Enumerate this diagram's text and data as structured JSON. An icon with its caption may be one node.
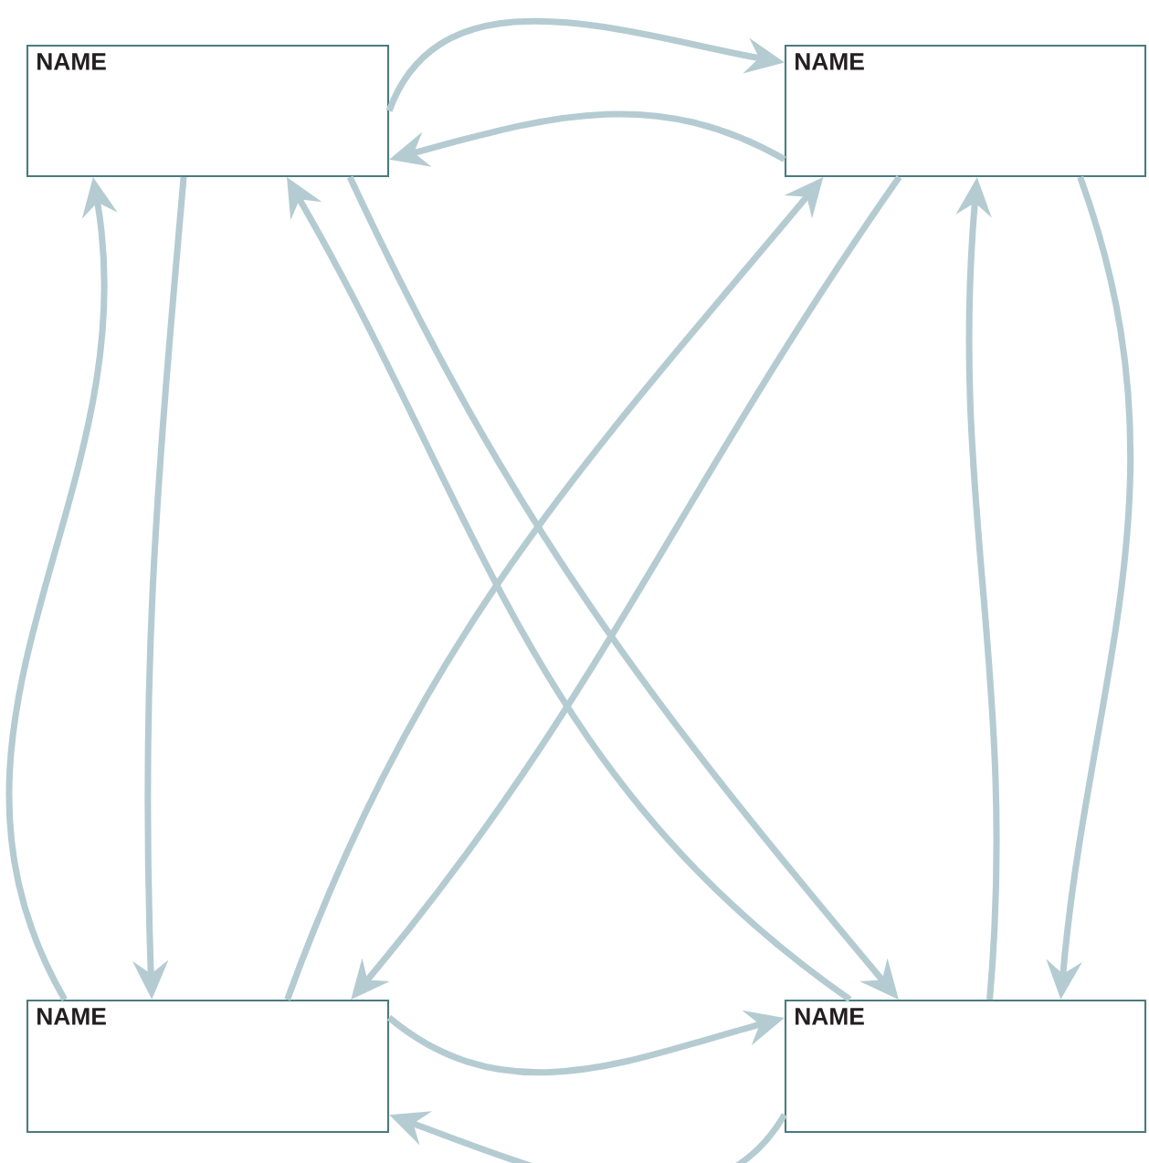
{
  "diagram": {
    "nodes": [
      {
        "text": [
          "NAME"
        ]
      },
      {
        "text": [
          "NAME"
        ]
      },
      {
        "text": [
          "NAME"
        ]
      },
      {
        "text": [
          "NAME"
        ]
      }
    ],
    "edges": [
      {
        "from": 0,
        "to": 1,
        "arrow": "to"
      },
      {
        "from": 1,
        "to": 0,
        "arrow": "to"
      },
      {
        "from": 2,
        "to": 3,
        "arrow": "to"
      },
      {
        "from": 3,
        "to": 2,
        "arrow": "to"
      },
      {
        "from": 2,
        "to": 0,
        "arrow": "to"
      },
      {
        "from": 0,
        "to": 2,
        "arrow": "to"
      },
      {
        "from": 3,
        "to": 1,
        "arrow": "to"
      },
      {
        "from": 1,
        "to": 3,
        "arrow": "to"
      },
      {
        "from": 3,
        "to": 0,
        "arrow": "to"
      },
      {
        "from": 0,
        "to": 3,
        "arrow": "to"
      },
      {
        "from": 2,
        "to": 1,
        "arrow": "to"
      },
      {
        "from": 1,
        "to": 2,
        "arrow": "to"
      }
    ]
  }
}
